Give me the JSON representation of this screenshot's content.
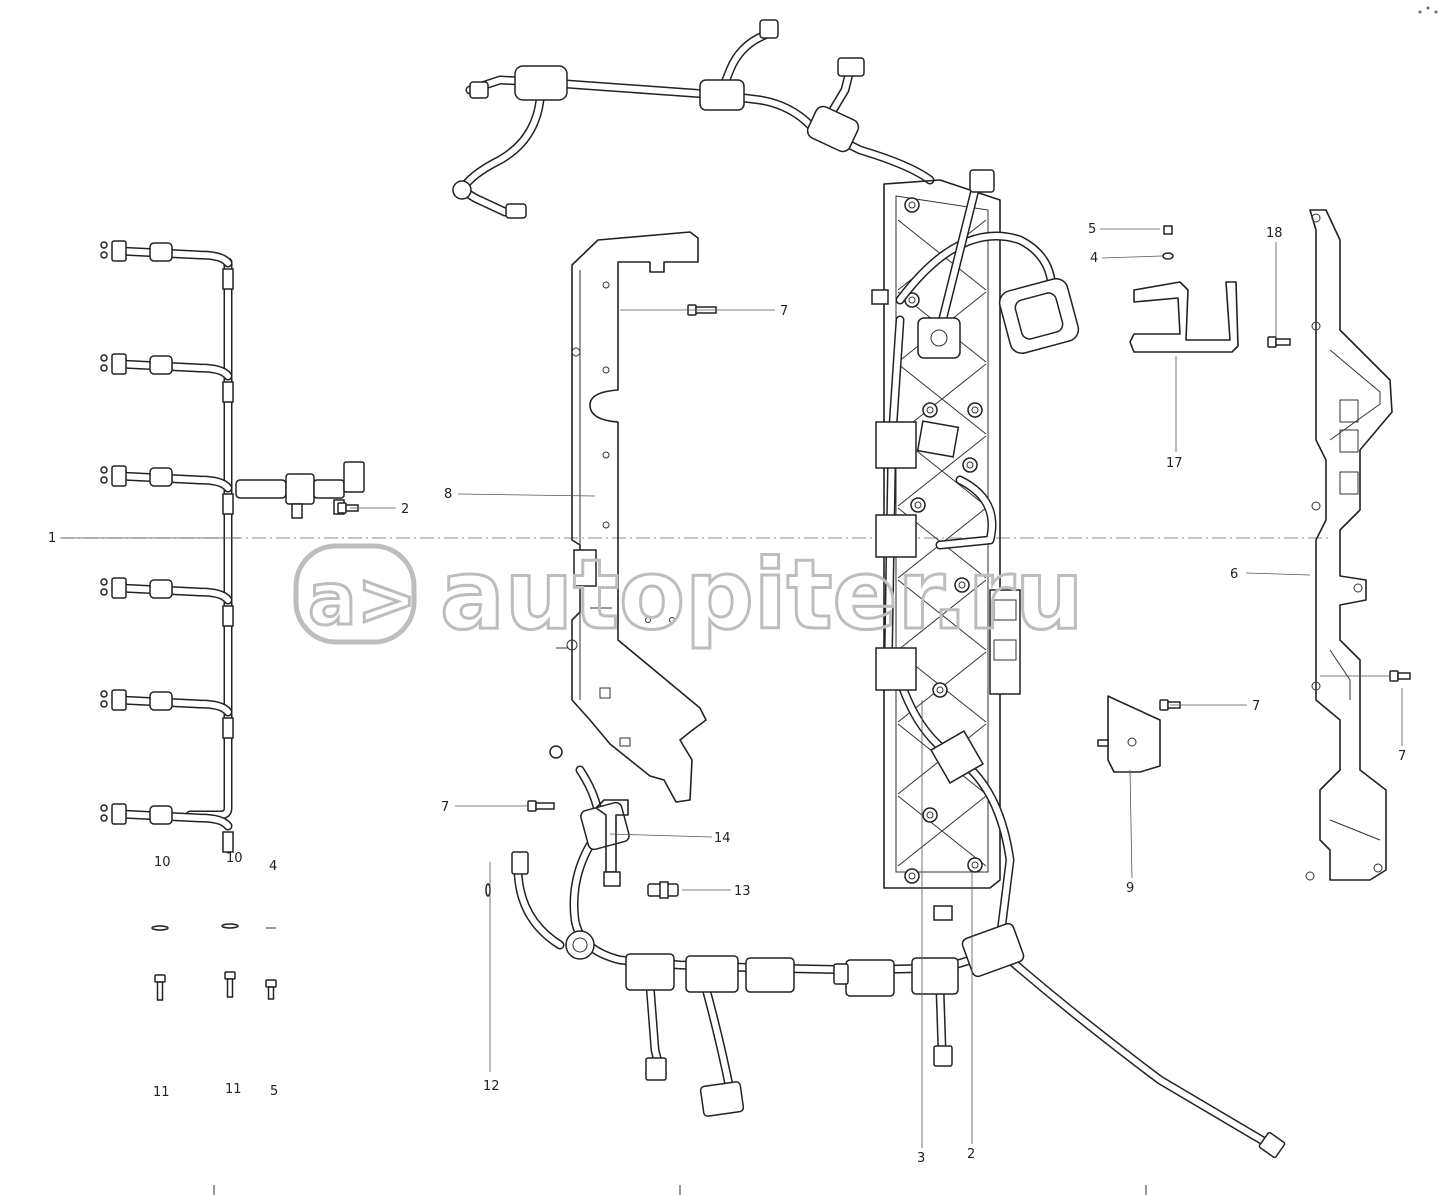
{
  "diagram": {
    "callouts": [
      {
        "id": "c1",
        "text": "1"
      },
      {
        "id": "c2a",
        "text": "2"
      },
      {
        "id": "c7a",
        "text": "7"
      },
      {
        "id": "c8",
        "text": "8"
      },
      {
        "id": "c5a",
        "text": "5"
      },
      {
        "id": "c4a",
        "text": "4"
      },
      {
        "id": "c18",
        "text": "18"
      },
      {
        "id": "c17",
        "text": "17"
      },
      {
        "id": "c6",
        "text": "6"
      },
      {
        "id": "c7b",
        "text": "7"
      },
      {
        "id": "c7c",
        "text": "7"
      },
      {
        "id": "c9",
        "text": "9"
      },
      {
        "id": "c7d",
        "text": "7"
      },
      {
        "id": "c14",
        "text": "14"
      },
      {
        "id": "c13",
        "text": "13"
      },
      {
        "id": "c10a",
        "text": "10"
      },
      {
        "id": "c10b",
        "text": "10"
      },
      {
        "id": "c4b",
        "text": "4"
      },
      {
        "id": "c11a",
        "text": "11"
      },
      {
        "id": "c11b",
        "text": "11"
      },
      {
        "id": "c5b",
        "text": "5"
      },
      {
        "id": "c12",
        "text": "12"
      },
      {
        "id": "c3",
        "text": "3"
      },
      {
        "id": "c2b",
        "text": "2"
      }
    ]
  },
  "watermark": {
    "logo_glyph": "a>",
    "text": "autopiter.ru"
  }
}
